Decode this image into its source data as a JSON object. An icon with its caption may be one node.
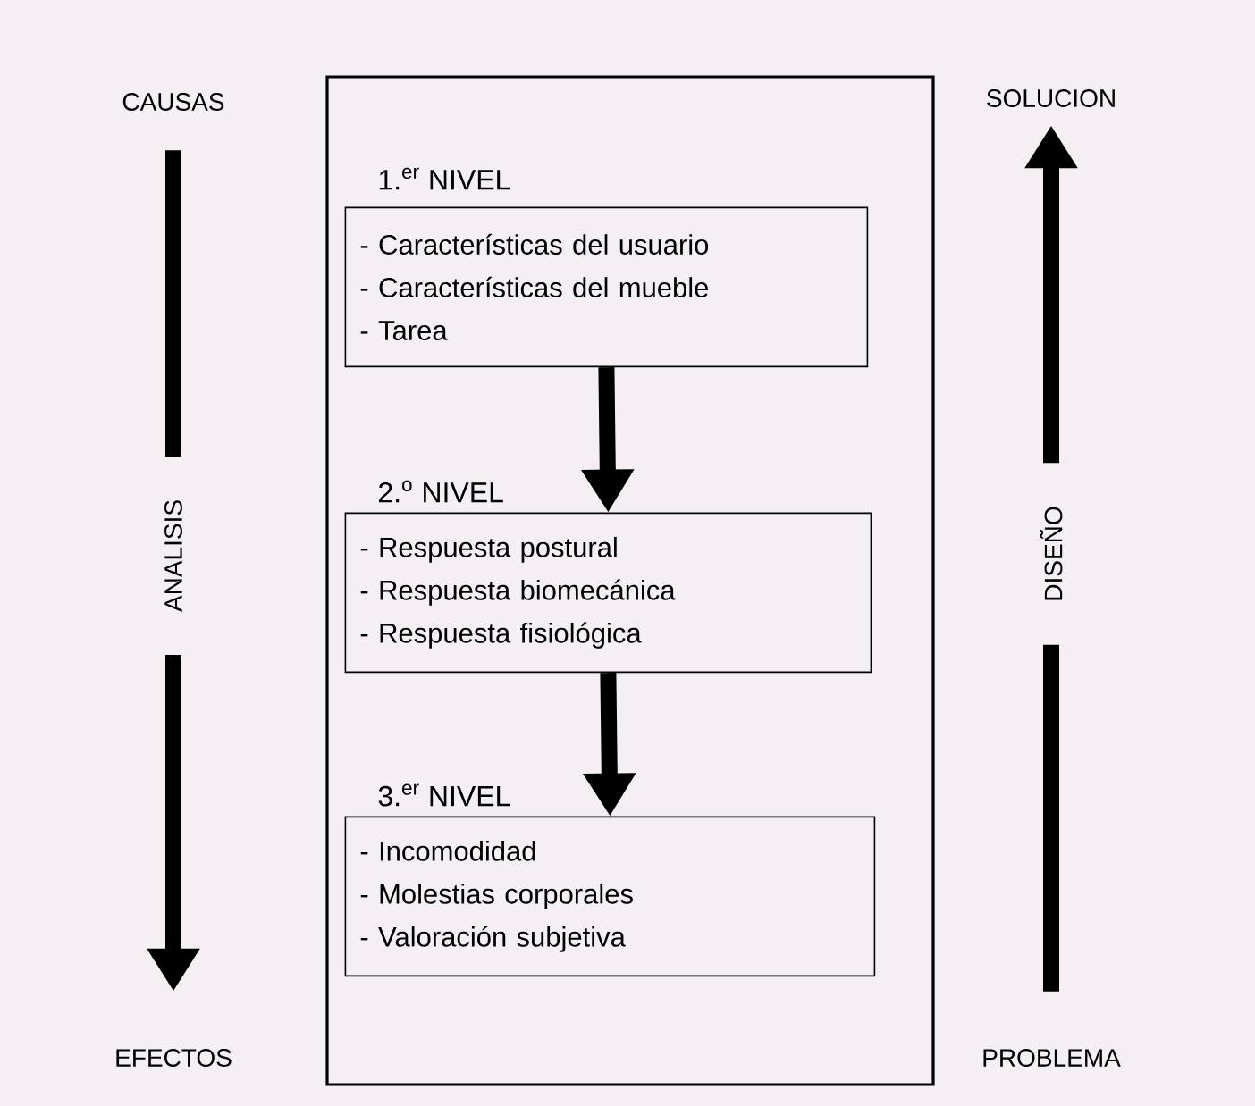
{
  "diagram": {
    "nodes": [
      {
        "text": [
          "CAUSAS"
        ]
      },
      {
        "text": [
          "EFECTOS"
        ]
      },
      {
        "text": [
          "SOLUCION"
        ]
      },
      {
        "text": [
          "PROBLEMA"
        ]
      },
      {
        "text": [],
        "shape": "box"
      },
      {
        "text": [
          "1.$^{er}$ NIVEL",
          "- Características del usuario",
          "- Características del mueble",
          "- Tarea"
        ],
        "in": 4
      },
      {
        "text": [
          "2.$^{o}$ NIVEL",
          "- Respuesta postural",
          "- Respuesta biomecánica",
          "- Respuesta fisiológica"
        ],
        "in": 4
      },
      {
        "text": [
          "3.$^{er}$ NIVEL",
          "- Incomodidad",
          "- Molestias corporales",
          "- Valoración subjetiva"
        ],
        "in": 4
      }
    ],
    "edges": [
      {
        "from": 0,
        "to": 1,
        "arrow": "to",
        "label": "ANALISIS"
      },
      {
        "from": 3,
        "to": 2,
        "arrow": "to",
        "label": "DISEÑO"
      },
      {
        "from": 5,
        "to": 6,
        "arrow": "to"
      },
      {
        "from": 6,
        "to": 7,
        "arrow": "to"
      }
    ]
  }
}
